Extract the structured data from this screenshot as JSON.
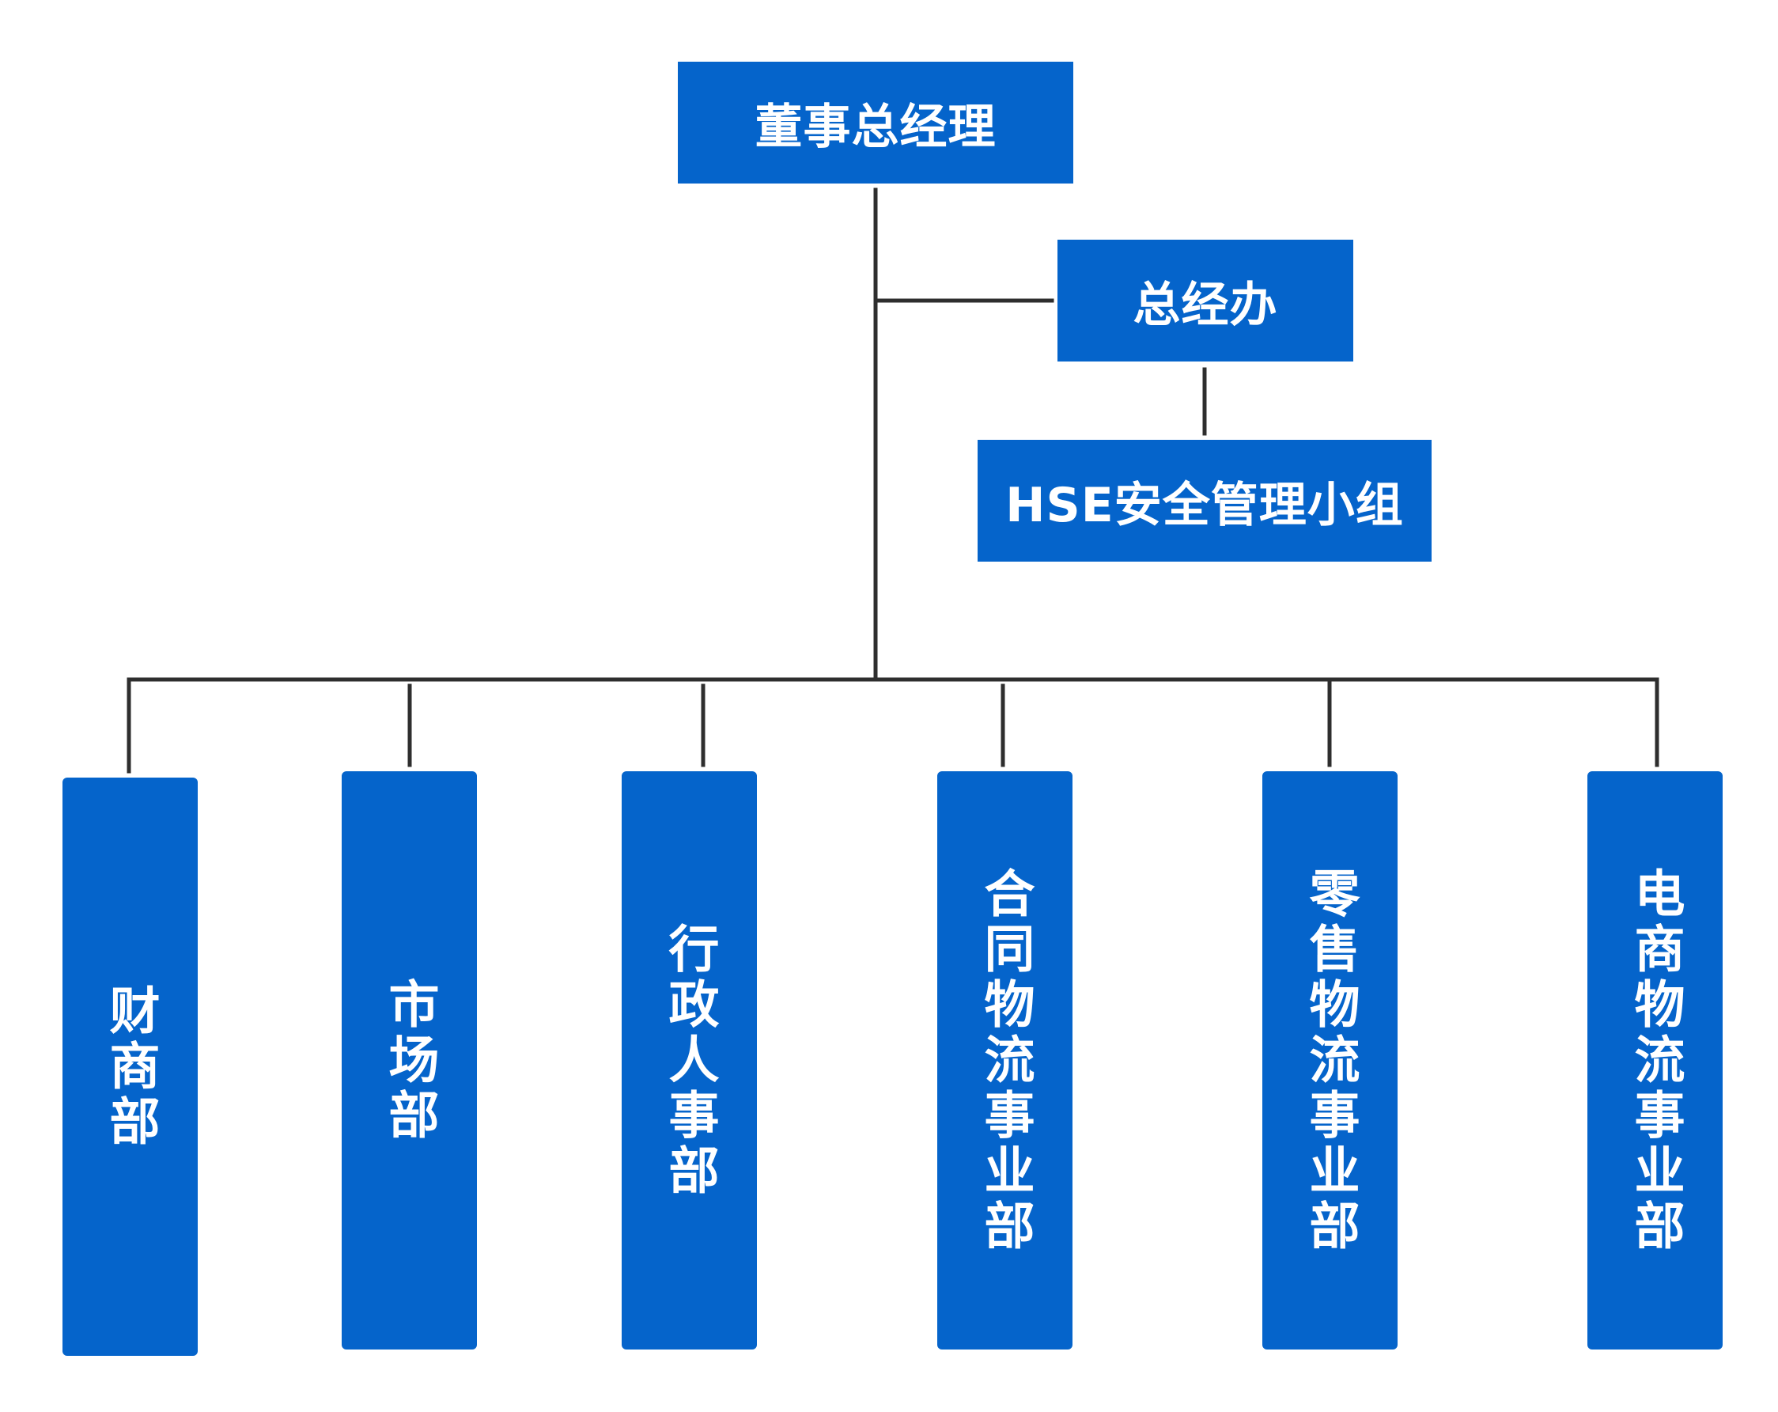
{
  "colors": {
    "box_fill": "#0564CB",
    "box_text": "#FFFFFF",
    "connector": "#2E2E2E"
  },
  "org_chart": {
    "root": {
      "label": "董事总经理"
    },
    "office": {
      "label": "总经办"
    },
    "safety_group": {
      "label": "HSE安全管理小组"
    },
    "departments": [
      {
        "label": "财商部"
      },
      {
        "label": "市场部"
      },
      {
        "label": "行政人事部"
      },
      {
        "label": "合同物流事业部"
      },
      {
        "label": "零售物流事业部"
      },
      {
        "label": "电商物流事业部"
      }
    ]
  }
}
